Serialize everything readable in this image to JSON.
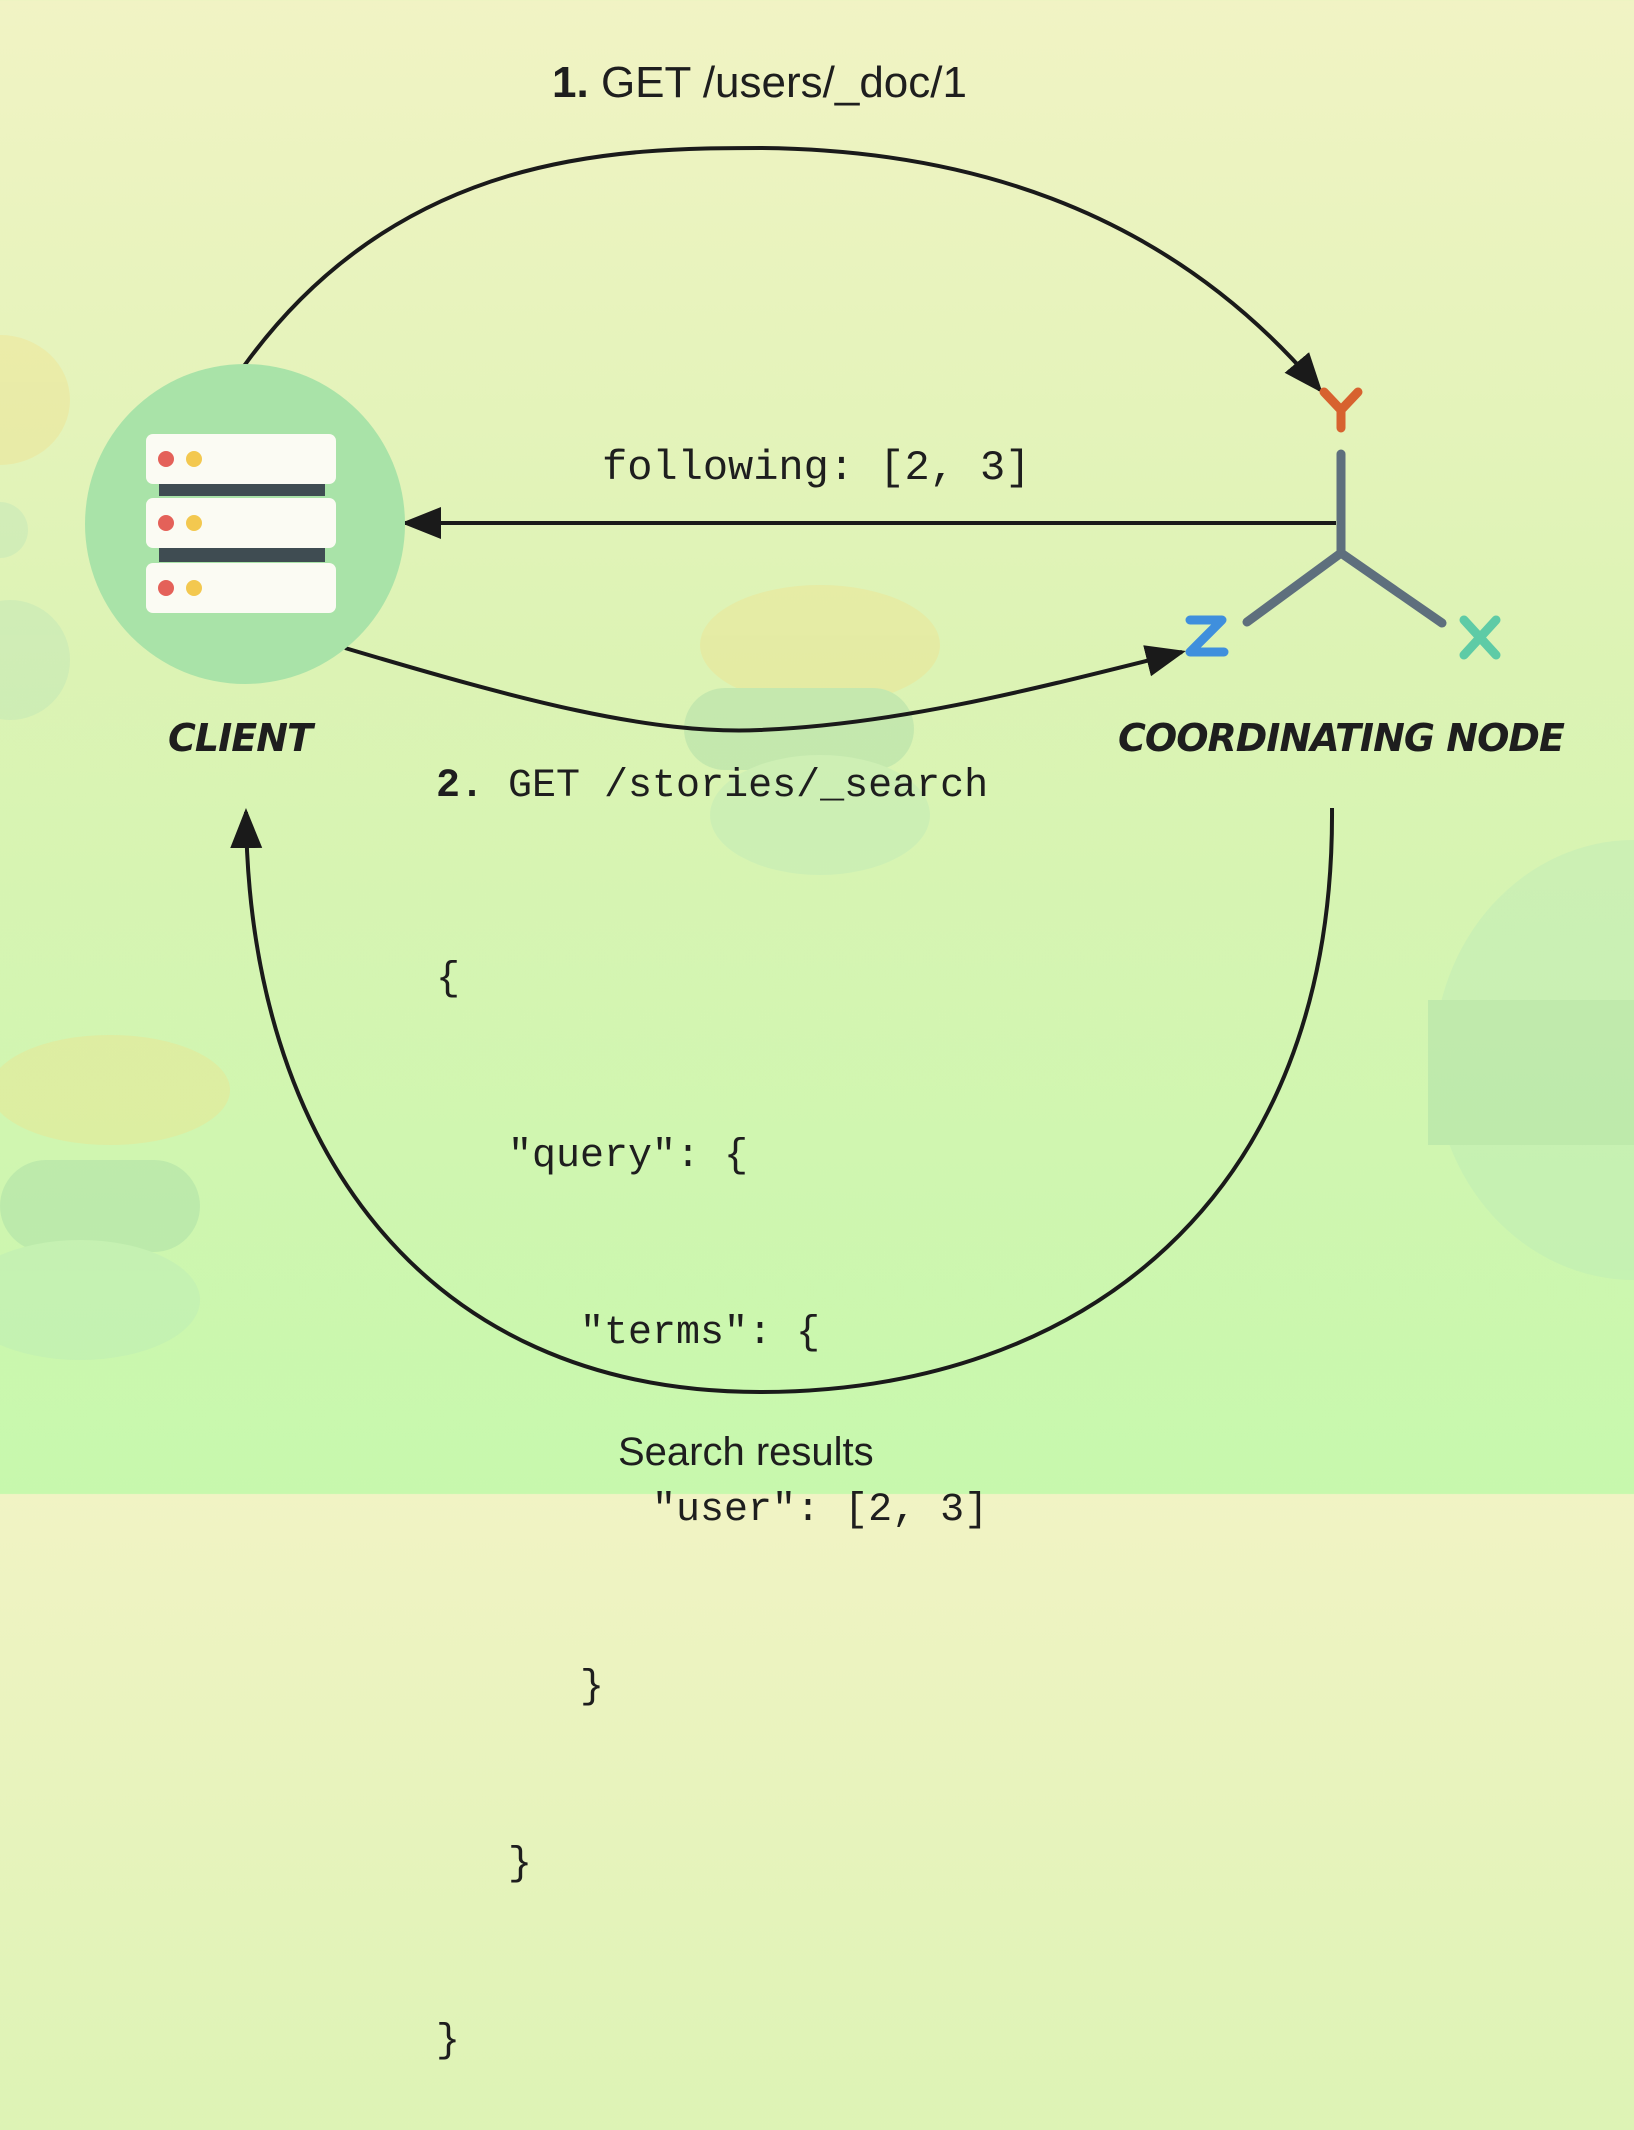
{
  "requests": {
    "step1_number": "1.",
    "step1_text": "GET /users/_doc/1",
    "following_text": "following: [2, 3]",
    "step2_number": "2.",
    "step2_text": "GET /stories/_search",
    "step2_body": [
      "{",
      "   \"query\": {",
      "      \"terms\": {",
      "         \"user\": [2, 3]",
      "      }",
      "   }",
      "}"
    ],
    "results_text": "Search results"
  },
  "nodes": {
    "client_label": "CLIENT",
    "coordinating_label": "COORDINATING NODE",
    "axis_letters": {
      "y": "Y",
      "z": "Z",
      "x": "X"
    }
  },
  "colors": {
    "client_circle": "#a9e3a8",
    "server_rack": "#fbfbf3",
    "server_divider": "#3f4c52",
    "led_red": "#e46159",
    "led_yellow": "#f3c84f",
    "axis_stem": "#5e6f7d",
    "axis_y": "#d7622f",
    "axis_z": "#3f8fdd",
    "axis_x": "#5ecba6",
    "arrow": "#1a1a1a"
  },
  "icons": [
    "server-icon",
    "elasticsearch-node-icon"
  ]
}
